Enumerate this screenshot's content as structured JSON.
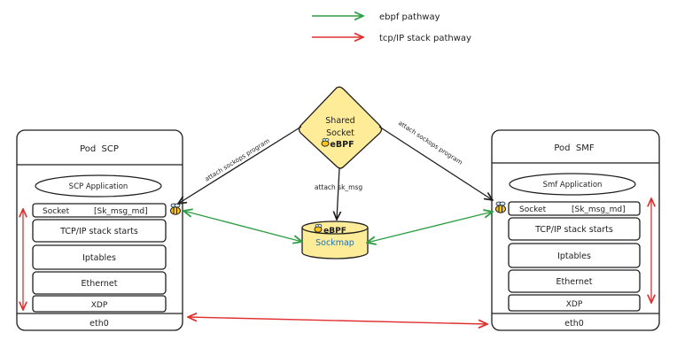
{
  "legend": {
    "ebpf_label": "ebpf pathway",
    "tcp_label": "tcp/IP stack pathway"
  },
  "colors": {
    "ebpf_green": "#2f9e44",
    "tcp_red": "#e03131",
    "shared_fill": "#ffec99",
    "sockmap_fill": "#ffec99",
    "sockmap_text": "#1971c2",
    "stroke": "#1e1e1e"
  },
  "shared_socket": {
    "line1": "Shared",
    "line2": "Socket",
    "logo": "eBPF"
  },
  "sockmap": {
    "logo": "eBPF",
    "label": "Sockmap"
  },
  "arrows": {
    "attach_left": "attach sockops program",
    "attach_right": "attach sockops program",
    "attach_msg": "attach sk_msg"
  },
  "pod_left": {
    "title": "Pod  SCP",
    "app": "SCP Application",
    "socket": "Socket",
    "sk_msg": "[Sk_msg_md]",
    "tcp": "TCP/IP stack starts",
    "iptables": "Iptables",
    "ethernet": "Ethernet",
    "xdp": "XDP",
    "eth": "eth0"
  },
  "pod_right": {
    "title": "Pod  SMF",
    "app": "Smf Application",
    "socket": "Socket",
    "sk_msg": "[Sk_msg_md]",
    "tcp": "TCP/IP stack starts",
    "iptables": "Iptables",
    "ethernet": "Ethernet",
    "xdp": "XDP",
    "eth": "eth0"
  }
}
